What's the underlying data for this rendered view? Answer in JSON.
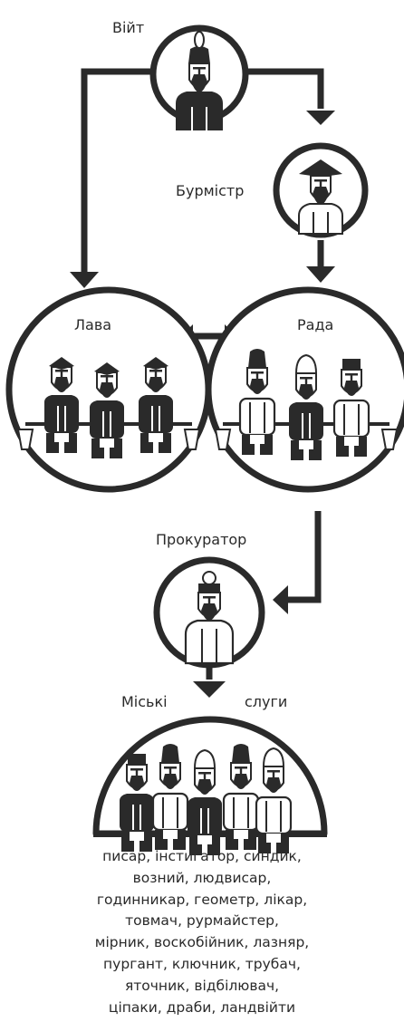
{
  "labels": {
    "voit": "Війт",
    "burmistr": "Бурмістр",
    "lava": "Лава",
    "rada": "Рада",
    "prokurator": "Прокуратор",
    "miski": "Міські",
    "slugy": "слуги"
  },
  "servants_list": [
    "писар, інстигатор, синдик,",
    "возний, людвисар,",
    "годинникар, геометр, лікар,",
    "товмач, рурмайстер,",
    "мірник, воскобійник, лазняр,",
    "пургант, ключник, трубач,",
    "яточник, відбілювач,",
    "ціпаки, драби, ландвійти"
  ],
  "colors": {
    "ink": "#2a2a2a",
    "background": "#ffffff"
  }
}
